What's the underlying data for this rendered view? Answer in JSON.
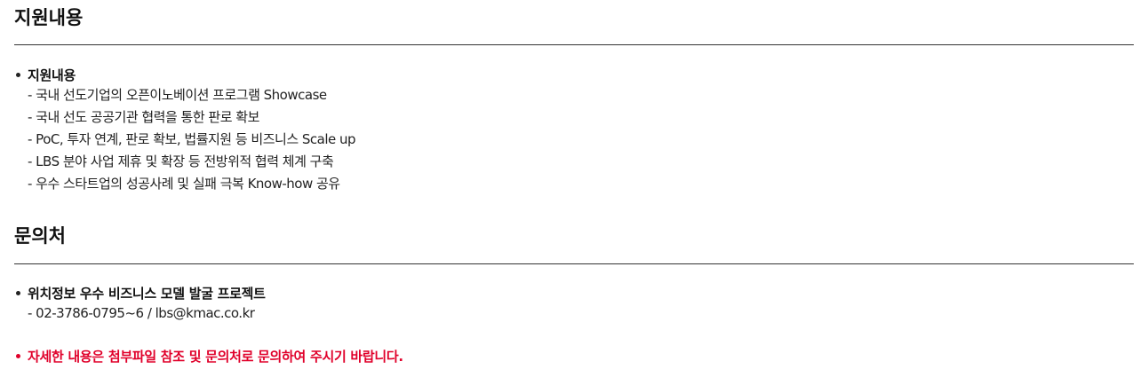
{
  "support": {
    "title": "지원내용",
    "heading": "지원내용",
    "lines": [
      "- 국내 선도기업의 오픈이노베이션 프로그램 Showcase",
      "- 국내 선도 공공기관 협력을 통한 판로 확보",
      "- PoC, 투자 연계, 판로 확보, 법률지원 등 비즈니스 Scale up",
      "- LBS 분야 사업 제휴 및 확장 등 전방위적 협력 체계 구축",
      "- 우수 스타트업의 성공사례 및 실패 극복 Know-how 공유"
    ]
  },
  "contact": {
    "title": "문의처",
    "heading": "위치정보 우수 비즈니스 모델 발굴 프로젝트",
    "line": "- 02-3786-0795~6 / lbs@kmac.co.kr"
  },
  "notice": {
    "text": "자세한 내용은 첨부파일 참조 및 문의처로 문의하여 주시기 바랍니다.",
    "color": "#e0002a"
  }
}
